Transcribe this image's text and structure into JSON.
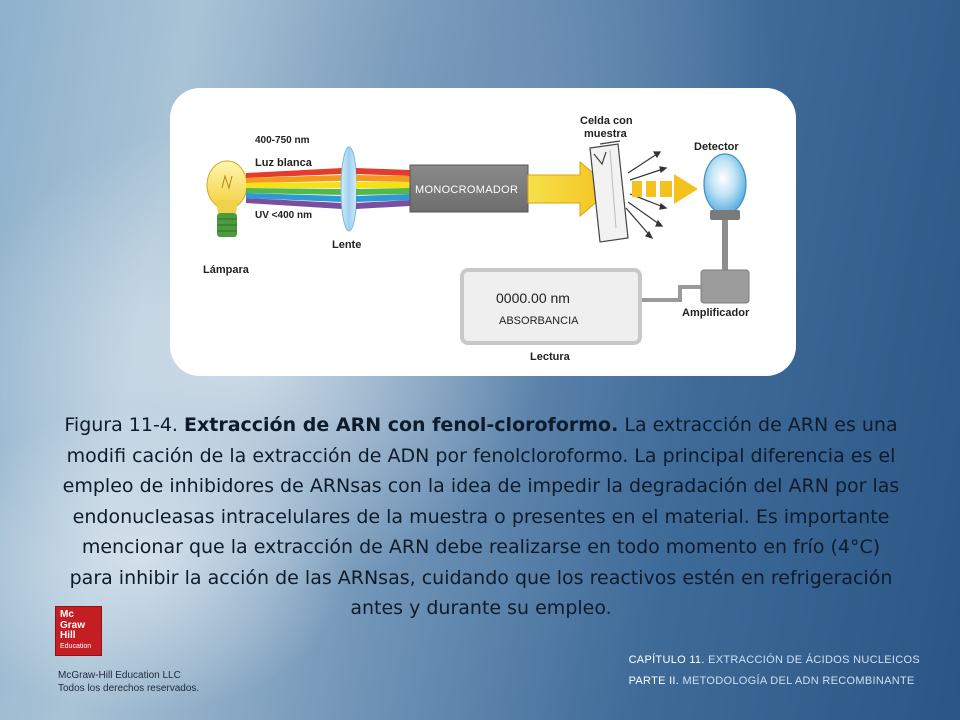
{
  "diagram": {
    "labels": {
      "wavelength": "400-750 nm",
      "white_light": "Luz blanca",
      "uv": "UV <400 nm",
      "lamp": "Lámpara",
      "lens": "Lente",
      "monochromator": "MONOCROMADOR",
      "cell_line1": "Celda con",
      "cell_line2": "muestra",
      "detector": "Detector",
      "reading_value": "0000.00 nm",
      "absorbance": "ABSORBANCIA",
      "amplifier": "Amplificador",
      "reading": "Lectura"
    },
    "beam_colors": [
      "#e53b2c",
      "#f39a1e",
      "#f3e21b",
      "#54b848",
      "#2b9ad6",
      "#7a4fa0"
    ]
  },
  "caption": {
    "figure_number": "Figura 11-4.",
    "title": "Extracción de ARN con fenol-cloroformo.",
    "body": "La extracción de ARN es una modifi cación de la extracción de ADN por fenolcloroformo. La principal diferencia es el empleo de inhibidores de ARNsas con la idea de impedir la degradación del ARN por las endonucleasas intracelulares de la muestra o presentes en el material. Es importante mencionar que la extracción de ARN debe realizarse en todo momento en frío (4°C) para inhibir la acción de las ARNsas, cuidando que los reactivos estén en refrigeración antes y durante su empleo."
  },
  "footer": {
    "logo_lines": [
      "Mc",
      "Graw",
      "Hill",
      "Education"
    ],
    "copyright_line1": "McGraw-Hill Education LLC",
    "copyright_line2": "Todos los derechos reservados.",
    "chapter_key": "CAPÍTULO 11.",
    "chapter_value": "EXTRACCIÓN DE ÁCIDOS NUCLEICOS",
    "part_key": "PARTE II.",
    "part_value": "METODOLOGÍA DEL ADN RECOMBINANTE"
  }
}
